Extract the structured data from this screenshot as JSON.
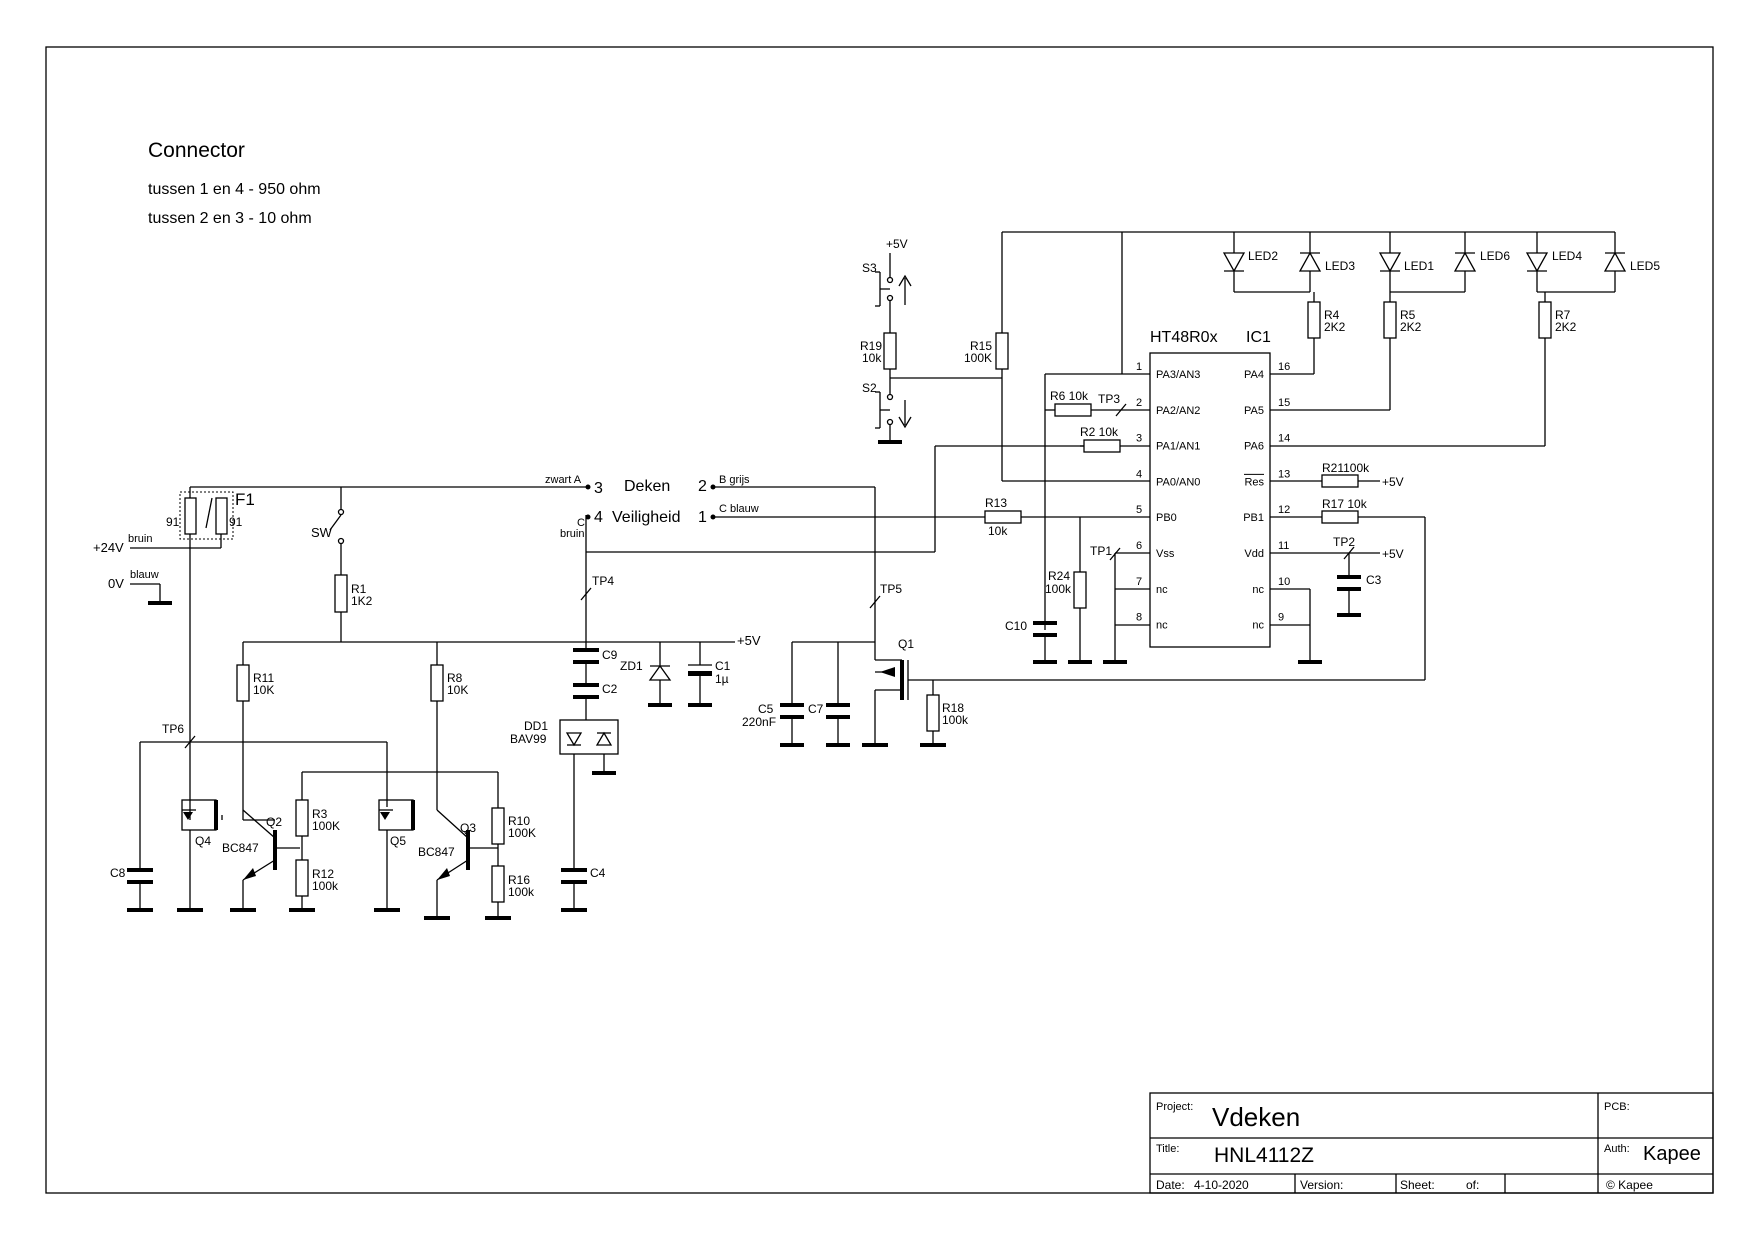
{
  "notes": {
    "heading": "Connector",
    "line1": "tussen 1 en 4 - 950 ohm",
    "line2": "tussen 2 en 3 - 10 ohm"
  },
  "connector": {
    "pin3": "3",
    "pin3_label": "Deken",
    "pin2": "2",
    "pin2_wire": "B grijs",
    "pin3_wire": "zwart A",
    "pin4": "4",
    "pin4_label": "Veiligheid",
    "pin1": "1",
    "pin1_wire": "C blauw",
    "pin4_wire_c": "C",
    "pin4_wire_bruin": "bruin"
  },
  "supply": {
    "v24": "+24V",
    "v24_wire": "bruin",
    "v0": "0V",
    "v0_wire": "blauw",
    "v5": "+5V"
  },
  "parts": {
    "f1": "F1",
    "f1_a": "91",
    "f1_b": "91",
    "sw": "SW",
    "r1": "R1",
    "r1v": "1K2",
    "r11": "R11",
    "r11v": "10K",
    "r8": "R8",
    "r8v": "10K",
    "r3": "R3",
    "r3v": "100K",
    "r12": "R12",
    "r12v": "100k",
    "r10": "R10",
    "r10v": "100K",
    "r16": "R16",
    "r16v": "100k",
    "q2": "Q2",
    "q2t": "BC847",
    "q3": "Q3",
    "q3t": "BC847",
    "q4": "Q4",
    "q5": "Q5",
    "q1": "Q1",
    "c8": "C8",
    "c4": "C4",
    "c9": "C9",
    "c2": "C2",
    "c1": "C1",
    "c1v": "1µ",
    "zd1": "ZD1",
    "dd1": "DD1",
    "dd1t": "BAV99",
    "tp6": "TP6",
    "tp4": "TP4",
    "tp5": "TP5",
    "tp3": "TP3",
    "tp1": "TP1",
    "tp2": "TP2",
    "c5": "C5",
    "c5v": "220nF",
    "c7": "C7",
    "r18": "R18",
    "r18v": "100k",
    "r13": "R13",
    "r13v": "10k",
    "s3": "S3",
    "s2": "S2",
    "r19": "R19",
    "r19v": "10k",
    "s3v": "+5V",
    "r15": "R15",
    "r15v": "100K",
    "r6": "R6 10k",
    "r2": "R2 10k",
    "r24": "R24",
    "r24v": "100k",
    "c10": "C10",
    "r21": "R21100k",
    "r17": "R17 10k",
    "c3": "C3",
    "led2": "LED2",
    "led3": "LED3",
    "led1": "LED1",
    "led6": "LED6",
    "led4": "LED4",
    "led5": "LED5",
    "r4": "R4",
    "r4v": "2K2",
    "r5": "R5",
    "r5v": "2K2",
    "r7": "R7",
    "r7v": "2K2"
  },
  "ic": {
    "name": "HT48R0x",
    "ref": "IC1",
    "left_pins": [
      {
        "num": "1",
        "name": "PA3/AN3"
      },
      {
        "num": "2",
        "name": "PA2/AN2"
      },
      {
        "num": "3",
        "name": "PA1/AN1"
      },
      {
        "num": "4",
        "name": "PA0/AN0"
      },
      {
        "num": "5",
        "name": "PB0"
      },
      {
        "num": "6",
        "name": "Vss"
      },
      {
        "num": "7",
        "name": "nc"
      },
      {
        "num": "8",
        "name": "nc"
      }
    ],
    "right_pins": [
      {
        "num": "16",
        "name": "PA4"
      },
      {
        "num": "15",
        "name": "PA5"
      },
      {
        "num": "14",
        "name": "PA6"
      },
      {
        "num": "13",
        "name": "Res"
      },
      {
        "num": "12",
        "name": "PB1"
      },
      {
        "num": "11",
        "name": "Vdd"
      },
      {
        "num": "10",
        "name": "nc"
      },
      {
        "num": "9",
        "name": "nc"
      }
    ],
    "res_5v": "+5V",
    "vdd_5v": "+5V"
  },
  "titleblock": {
    "project_label": "Project:",
    "project": "Vdeken",
    "pcb_label": "PCB:",
    "title_label": "Title:",
    "title": "HNL4112Z",
    "auth_label": "Auth:",
    "auth": "Kapee",
    "date_label": "Date:",
    "date": "4-10-2020",
    "version_label": "Version:",
    "sheet_label": "Sheet:",
    "of_label": "of:",
    "copyright": "© Kapee"
  }
}
